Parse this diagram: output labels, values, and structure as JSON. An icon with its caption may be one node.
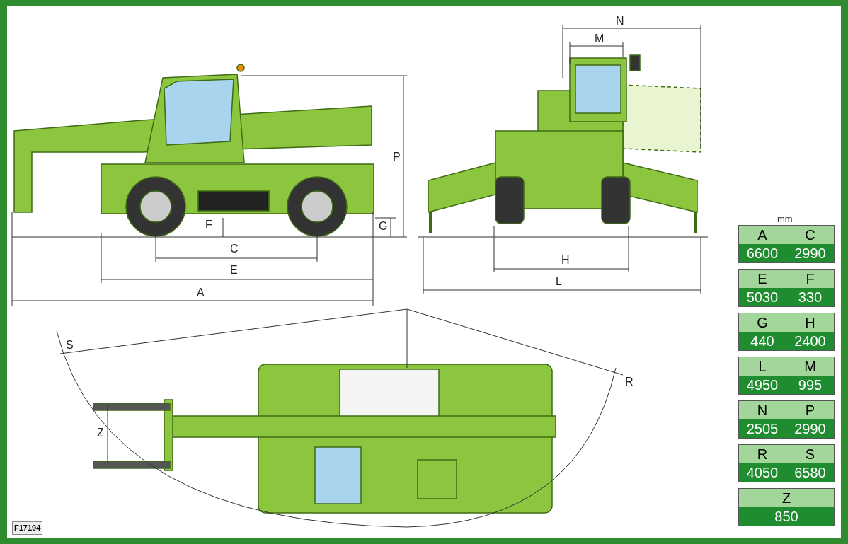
{
  "diagram": {
    "labels": [
      "N",
      "M",
      "P",
      "F",
      "G",
      "C",
      "H",
      "E",
      "L",
      "A",
      "S",
      "R",
      "Z",
      "mm",
      "A",
      "C",
      "6600",
      "2990",
      "E",
      "F",
      "5030",
      "330",
      "G",
      "H",
      "440",
      "2400",
      "L",
      "M",
      "4950",
      "995",
      "N",
      "P",
      "2505",
      "2990",
      "R",
      "S",
      "4050",
      "6580",
      "Z",
      "850",
      "F17194"
    ]
  }
}
